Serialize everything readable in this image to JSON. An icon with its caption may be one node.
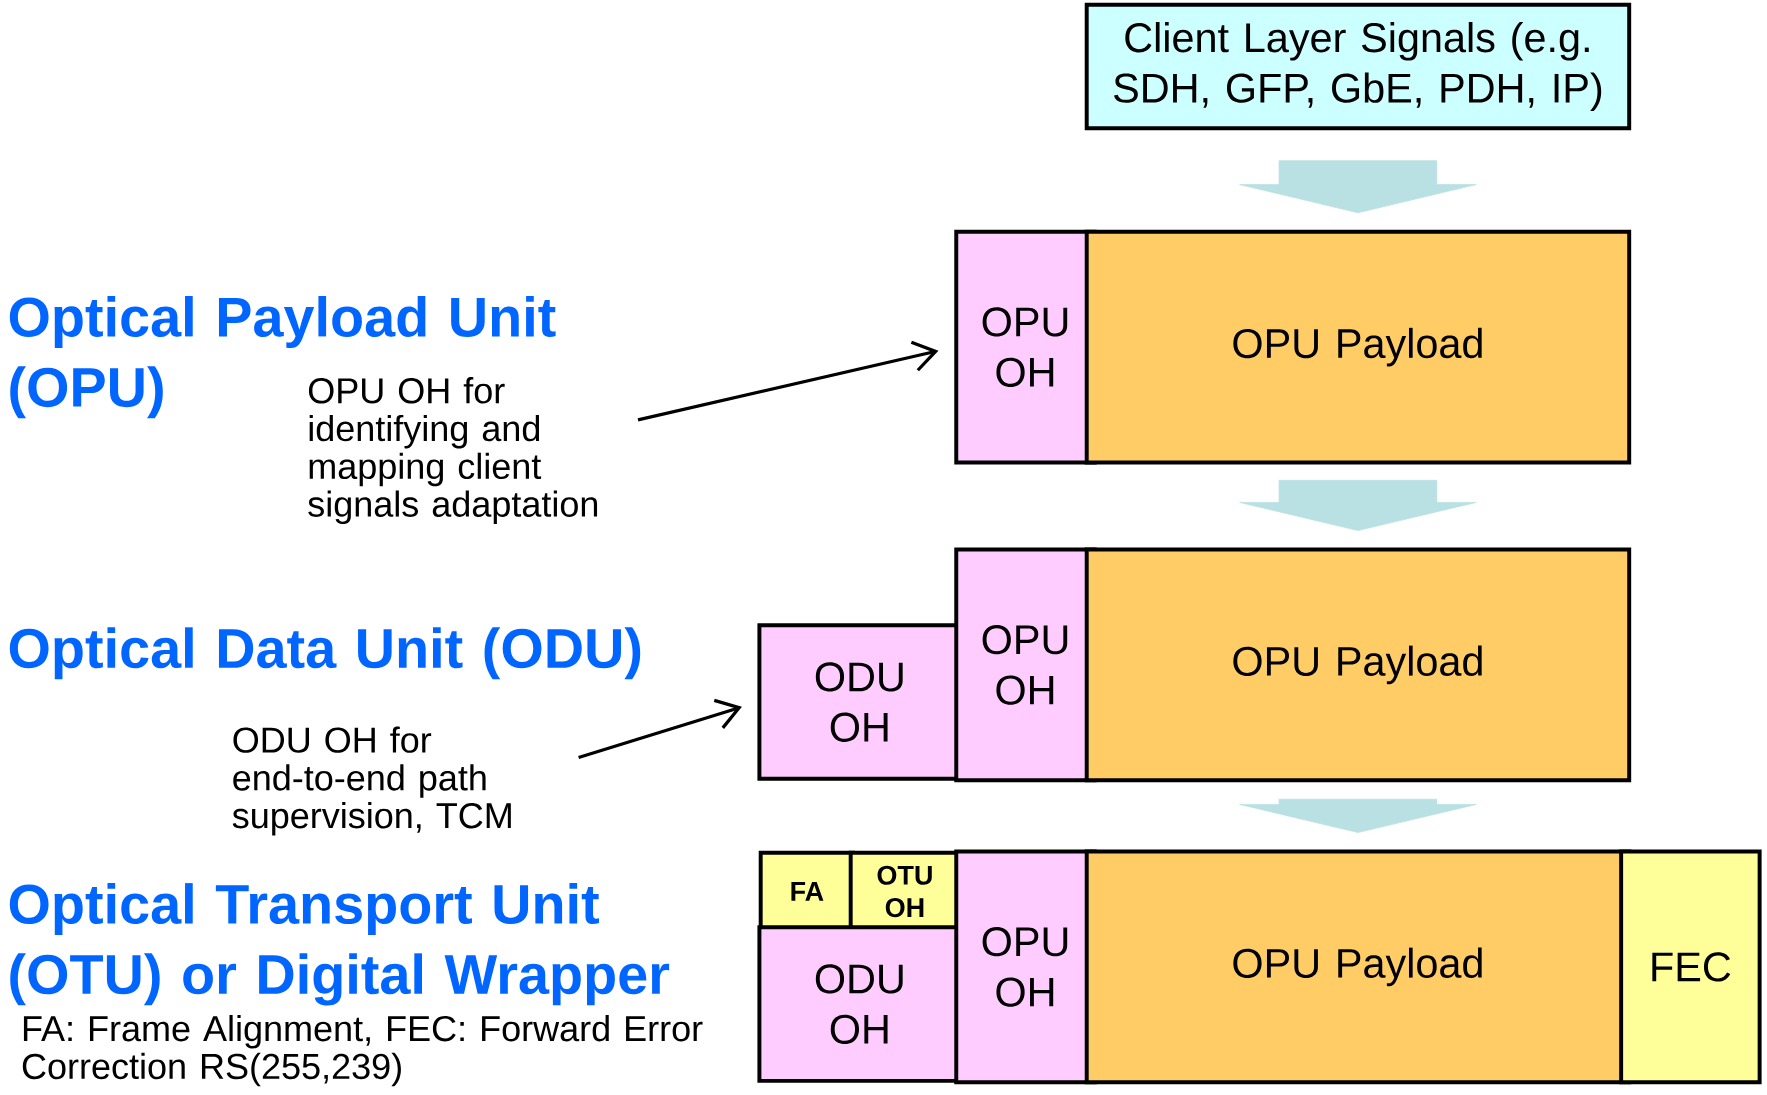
{
  "diagram": {
    "nodes": [
      {
        "text": [
          "Client Layer Signals (e.g. SDH, GFP, GbE, PDH, IP)"
        ]
      },
      {
        "text": [
          "OPU OH"
        ]
      },
      {
        "text": [
          "OPU Payload"
        ]
      },
      {
        "text": [
          "ODU OH"
        ]
      },
      {
        "text": [
          "OPU OH"
        ]
      },
      {
        "text": [
          "OPU Payload"
        ]
      },
      {
        "text": [
          "FA"
        ]
      },
      {
        "text": [
          "OTU OH"
        ]
      },
      {
        "text": [
          "ODU OH"
        ]
      },
      {
        "text": [
          "OPU OH"
        ]
      },
      {
        "text": [
          "OPU Payload"
        ]
      },
      {
        "text": [
          "FEC"
        ]
      },
      {
        "text": [
          "OPU OH for identifying and mapping client signals adaptation"
        ]
      },
      {
        "text": [
          "ODU OH for end-to-end path supervision, TCM"
        ]
      }
    ],
    "edges": [
      {
        "from": 0,
        "to": 2,
        "arrow": "to",
        "style": "thick",
        "color": "#b9e0e3"
      },
      {
        "from": 2,
        "to": 5,
        "arrow": "to",
        "style": "thick",
        "color": "#b9e0e3"
      },
      {
        "from": 5,
        "to": 10,
        "arrow": "to",
        "style": "thick",
        "color": "#b9e0e3"
      },
      {
        "from": 12,
        "to": 1,
        "arrow": "to",
        "color": "#000000"
      },
      {
        "from": 13,
        "to": 3,
        "arrow": "to",
        "color": "#000000"
      }
    ],
    "labels": [
      "Optical Payload Unit (OPU)",
      "Optical Data Unit (ODU)",
      "Optical Transport Unit (OTU) or Digital Wrapper",
      "FA: Frame Alignment, FEC: Forward Error Correction  RS(255,239)"
    ]
  }
}
